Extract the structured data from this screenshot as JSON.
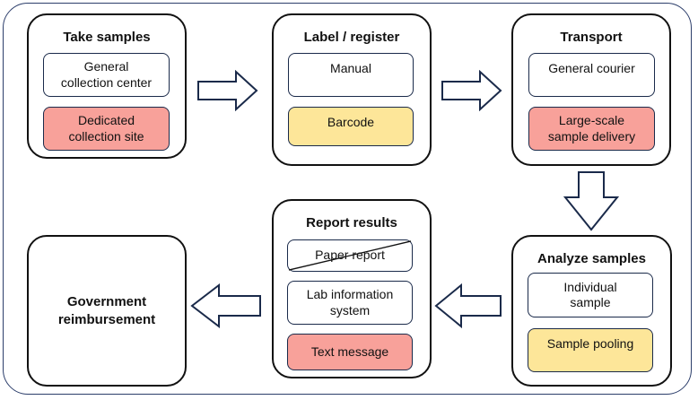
{
  "stages": {
    "take_samples": {
      "title": "Take samples",
      "options": [
        "General\ncollection center",
        "Dedicated\ncollection site"
      ]
    },
    "label_register": {
      "title": "Label / register",
      "options": [
        "Manual",
        "Barcode"
      ]
    },
    "transport": {
      "title": "Transport",
      "options": [
        "General courier",
        "Large-scale\nsample delivery"
      ]
    },
    "analyze_samples": {
      "title": "Analyze samples",
      "options": [
        "Individual\nsample",
        "Sample pooling"
      ]
    },
    "report_results": {
      "title": "Report results",
      "options": [
        "Paper report",
        "Lab information\nsystem",
        "Text message"
      ]
    },
    "government": {
      "title": "Government\nreimbursement"
    }
  },
  "colors": {
    "highlight_red": "#f8a19a",
    "highlight_yellow": "#fde699",
    "frame": "#2c3e6b"
  }
}
